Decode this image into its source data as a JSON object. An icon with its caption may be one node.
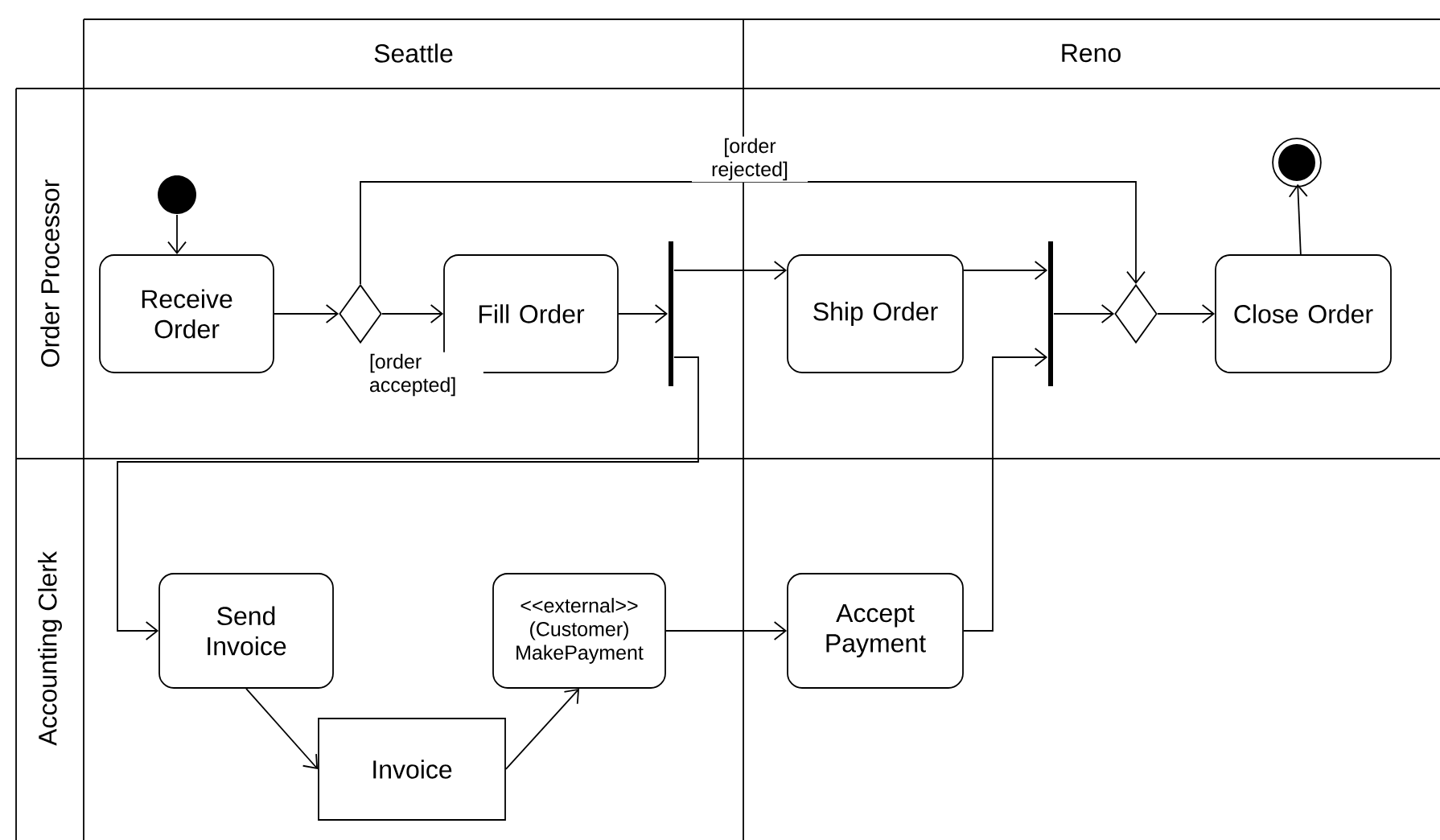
{
  "diagram": {
    "nodes": [
      {
        "text": [],
        "shape": "circle"
      },
      {
        "text": [
          "Receive Order"
        ]
      },
      {
        "text": [],
        "shape": "diamond"
      },
      {
        "text": [
          "Fill Order"
        ]
      },
      {
        "text": [],
        "shape": "bar"
      },
      {
        "text": [
          "Ship Order"
        ]
      },
      {
        "text": [],
        "shape": "bar"
      },
      {
        "text": [],
        "shape": "diamond"
      },
      {
        "text": [
          "Close Order"
        ]
      },
      {
        "text": [],
        "shape": "circle"
      },
      {
        "text": [
          "Send Invoice"
        ]
      },
      {
        "text": [
          "Invoice"
        ]
      },
      {
        "text": [
          "<<external>>",
          "(Customer) MakePayment"
        ]
      },
      {
        "text": [
          "Accept Payment"
        ]
      }
    ],
    "edges": [
      {
        "from": 0,
        "to": 1,
        "arrow": "to"
      },
      {
        "from": 1,
        "to": 2,
        "arrow": "to"
      },
      {
        "from": 2,
        "to": 3,
        "arrow": "to",
        "label": "[order accepted]"
      },
      {
        "from": 2,
        "to": 7,
        "arrow": "to",
        "label": "[order rejected]"
      },
      {
        "from": 3,
        "to": 4,
        "arrow": "to"
      },
      {
        "from": 4,
        "to": 5,
        "arrow": "to"
      },
      {
        "from": 4,
        "to": 10,
        "arrow": "to"
      },
      {
        "from": 5,
        "to": 6,
        "arrow": "to"
      },
      {
        "from": 6,
        "to": 7,
        "arrow": "to"
      },
      {
        "from": 7,
        "to": 8,
        "arrow": "to"
      },
      {
        "from": 8,
        "to": 9,
        "arrow": "to"
      },
      {
        "from": 10,
        "to": 11,
        "arrow": "to"
      },
      {
        "from": 11,
        "to": 12,
        "arrow": "to"
      },
      {
        "from": 12,
        "to": 13,
        "arrow": "to"
      },
      {
        "from": 13,
        "to": 6,
        "arrow": "to"
      }
    ],
    "labels": [
      "Seattle",
      "Reno",
      "Order Processor",
      "Accounting Clerk"
    ]
  }
}
